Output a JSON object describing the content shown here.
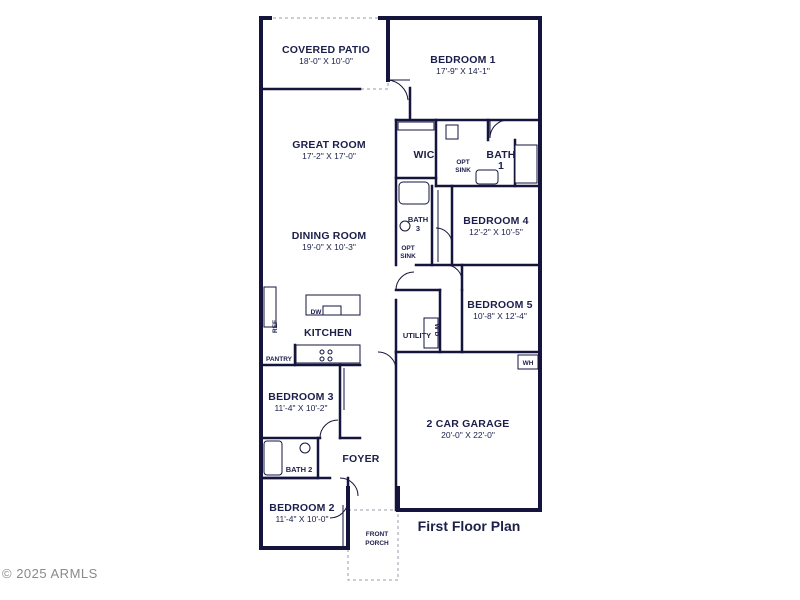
{
  "plan": {
    "title": "First Floor Plan",
    "copyright": "© 2025 ARMLS",
    "rooms": {
      "covered_patio": {
        "name": "COVERED PATIO",
        "dim": "18'-0\" X 10'-0\""
      },
      "bedroom1": {
        "name": "BEDROOM 1",
        "dim": "17'-9\" X 14'-1\""
      },
      "great_room": {
        "name": "GREAT ROOM",
        "dim": "17'-2\" X 17'-0\""
      },
      "wic": {
        "name": "WIC"
      },
      "bath1": {
        "name": "BATH",
        "num": "1"
      },
      "opt_sink_1": {
        "l1": "OPT",
        "l2": "SINK"
      },
      "bath3": {
        "name": "BATH",
        "num": "3"
      },
      "opt_sink_3": {
        "l1": "OPT",
        "l2": "SINK"
      },
      "bedroom4": {
        "name": "BEDROOM 4",
        "dim": "12'-2\" X 10'-5\""
      },
      "dining_room": {
        "name": "DINING ROOM",
        "dim": "19'-0\" X 10'-3\""
      },
      "bedroom5": {
        "name": "BEDROOM 5",
        "dim": "10'-8\" X 12'-4\""
      },
      "kitchen": {
        "name": "KITCHEN"
      },
      "ref": {
        "name": "REF"
      },
      "dw": {
        "name": "DW"
      },
      "pantry": {
        "name": "PANTRY"
      },
      "utility": {
        "name": "UTILITY"
      },
      "wd": {
        "name": "W D"
      },
      "wh": {
        "name": "WH"
      },
      "bedroom3": {
        "name": "BEDROOM 3",
        "dim": "11'-4\" X 10'-2\""
      },
      "garage": {
        "name": "2 CAR GARAGE",
        "dim": "20'-0\" X 22'-0\""
      },
      "bath2": {
        "name": "BATH 2"
      },
      "foyer": {
        "name": "FOYER"
      },
      "bedroom2": {
        "name": "BEDROOM 2",
        "dim": "11'-4\" X 10'-0\""
      },
      "front_porch": {
        "l1": "FRONT",
        "l2": "PORCH"
      }
    }
  }
}
